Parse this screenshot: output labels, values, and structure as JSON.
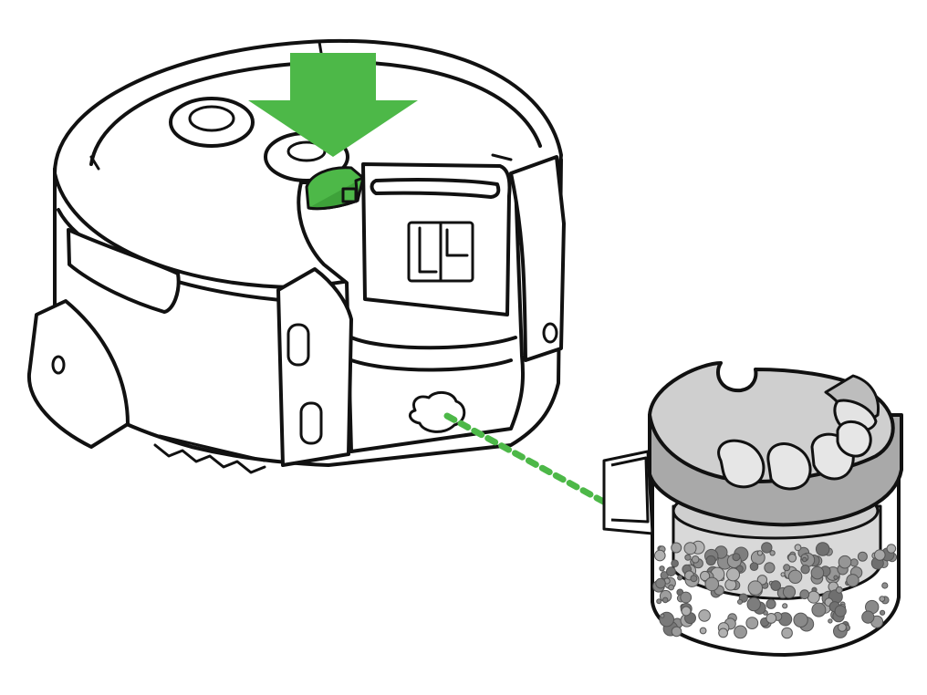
{
  "illustration": {
    "subject": "robot-vacuum-bin-release",
    "colors": {
      "background": "#ffffff",
      "outline": "#111111",
      "accent": "#4db848",
      "accent_dark": "#2f8f31",
      "bin_lid": "#cfcfcf",
      "bin_lid_dark": "#a9a9a9",
      "filter": "#d9d9d9",
      "debris": "#8a8a8a"
    },
    "icons": [
      "down-arrow-icon",
      "release-button",
      "dust-bin",
      "dotted-guide-line",
      "debris-particles"
    ]
  }
}
